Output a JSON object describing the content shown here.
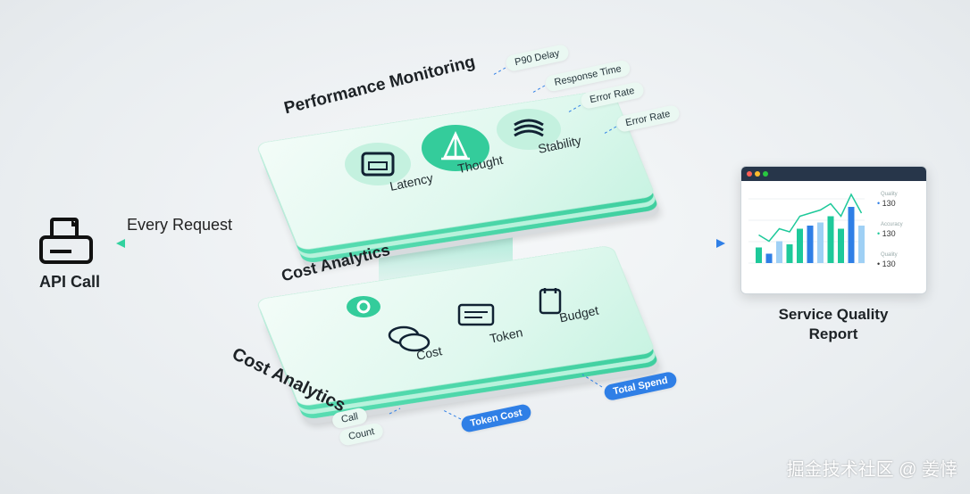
{
  "api": {
    "label": "API Call"
  },
  "request": {
    "label": "Every Request"
  },
  "performance": {
    "title": "Performance Monitoring",
    "items": [
      "Latency",
      "Thought",
      "Stability"
    ],
    "tags": [
      "P90 Delay",
      "Response Time",
      "Error Rate",
      "Error Rate"
    ]
  },
  "cost": {
    "title": "Cost Analytics",
    "side_title": "Cost Analytics",
    "items": [
      "Cost",
      "Token",
      "Budget"
    ],
    "tags": {
      "call_line1": "Call",
      "call_line2": "Count",
      "token_cost": "Token Cost",
      "total_spend": "Total Spend"
    }
  },
  "report": {
    "title_line1": "Service Quality",
    "title_line2": "Report",
    "legend": [
      "130",
      "130",
      "130"
    ],
    "legend_captions": [
      "Quality",
      "Accuracy",
      "Quality"
    ],
    "chart_data": {
      "type": "bar",
      "values": [
        0.25,
        0.15,
        0.35,
        0.3,
        0.55,
        0.6,
        0.65,
        0.75,
        0.55,
        0.9,
        0.6
      ]
    }
  },
  "watermark": "掘金技术社区 @ 姜悻",
  "colors": {
    "accent_green": "#3fcf9f",
    "accent_blue": "#2f7fe6",
    "dark_navy": "#27364a"
  }
}
